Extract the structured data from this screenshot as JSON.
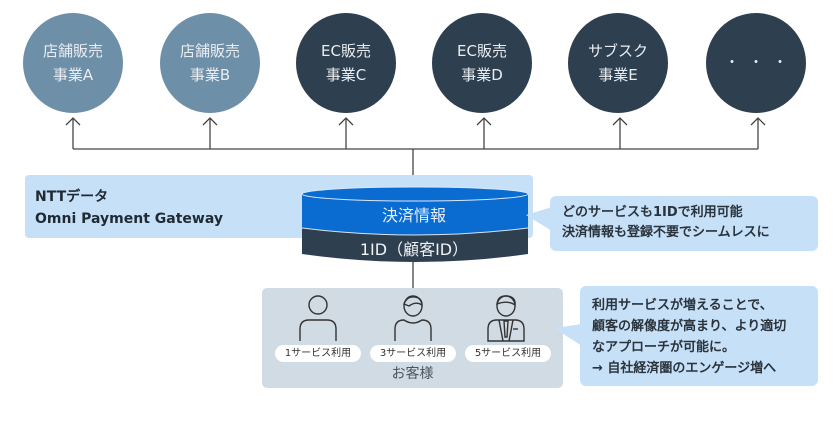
{
  "businesses": [
    {
      "line1": "店舗販売",
      "line2": "事業A",
      "style": "light"
    },
    {
      "line1": "店舗販売",
      "line2": "事業B",
      "style": "light"
    },
    {
      "line1": "EC販売",
      "line2": "事業C",
      "style": "dark"
    },
    {
      "line1": "EC販売",
      "line2": "事業D",
      "style": "dark"
    },
    {
      "line1": "サブスク",
      "line2": "事業E",
      "style": "dark"
    },
    {
      "line1": "・・・",
      "line2": "",
      "style": "dark"
    }
  ],
  "gateway": {
    "line1": "NTTデータ",
    "line2": "Omni Payment Gateway"
  },
  "database": {
    "top_label": "決済情報",
    "bottom_label": "1ID（顧客ID）"
  },
  "callout_id": {
    "line1": "どのサービスも1IDで利用可能",
    "line2": "決済情報も登録不要でシームレスに"
  },
  "customers": {
    "label": "お客様",
    "people": [
      {
        "icon": "person-outline-icon",
        "badge": "1サービス利用"
      },
      {
        "icon": "person-casual-icon",
        "badge": "3サービス利用"
      },
      {
        "icon": "person-business-icon",
        "badge": "5サービス利用"
      }
    ]
  },
  "callout_engagement": {
    "line1": "利用サービスが増えることで、",
    "line2": "顧客の解像度が高まり、より適切",
    "line3": "なアプローチが可能に。",
    "line4": "→ 自社経済圏のエンゲージ増へ"
  },
  "colors": {
    "circle_light": "#6e8fa8",
    "circle_dark": "#2e3f4f",
    "db_top": "#0a6bd0",
    "db_bottom": "#2e3f4f",
    "panel_blue": "#c6e0f8",
    "panel_gray": "#d0dbe4"
  }
}
